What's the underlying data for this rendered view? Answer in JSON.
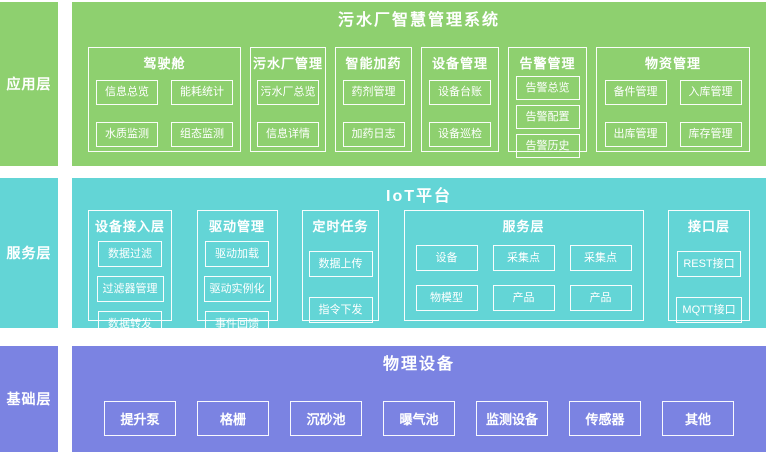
{
  "diagram": {
    "colors": {
      "application_green": "#8ed06f",
      "service_teal": "#63d5d6",
      "base_purple": "#7b83e2",
      "text_and_borders": "#ffffff"
    },
    "app": {
      "sidebar": "应用层",
      "title": "污水厂智慧管理系统",
      "groups": {
        "cockpit": {
          "title": "驾驶舱",
          "items": [
            "信息总览",
            "能耗统计",
            "水质监测",
            "组态监测"
          ]
        },
        "plant": {
          "title": "污水厂管理",
          "items": [
            "污水厂总览",
            "信息详情"
          ]
        },
        "dosing": {
          "title": "智能加药",
          "items": [
            "药剂管理",
            "加药日志"
          ]
        },
        "equipment": {
          "title": "设备管理",
          "items": [
            "设备台账",
            "设备巡检"
          ]
        },
        "alarm": {
          "title": "告警管理",
          "items": [
            "告警总览",
            "告警配置",
            "告警历史"
          ]
        },
        "materials": {
          "title": "物资管理",
          "items": [
            "备件管理",
            "入库管理",
            "出库管理",
            "库存管理"
          ]
        }
      }
    },
    "service": {
      "sidebar": "服务层",
      "title": "IoT平台",
      "groups": {
        "access": {
          "title": "设备接入层",
          "items": [
            "数据过滤",
            "过滤器管理",
            "数据转发"
          ]
        },
        "driver": {
          "title": "驱动管理",
          "items": [
            "驱动加载",
            "驱动实例化",
            "事件回馈"
          ]
        },
        "timer": {
          "title": "定时任务",
          "items": [
            "数据上传",
            "指令下发"
          ]
        },
        "inner": {
          "title": "服务层",
          "items": [
            "设备",
            "采集点",
            "采集点",
            "物模型",
            "产品",
            "产品"
          ]
        },
        "interface": {
          "title": "接口层",
          "items": [
            "REST接口",
            "MQTT接口"
          ]
        }
      }
    },
    "base": {
      "sidebar": "基础层",
      "title": "物理设备",
      "items": [
        "提升泵",
        "格栅",
        "沉砂池",
        "曝气池",
        "监测设备",
        "传感器",
        "其他"
      ]
    }
  }
}
